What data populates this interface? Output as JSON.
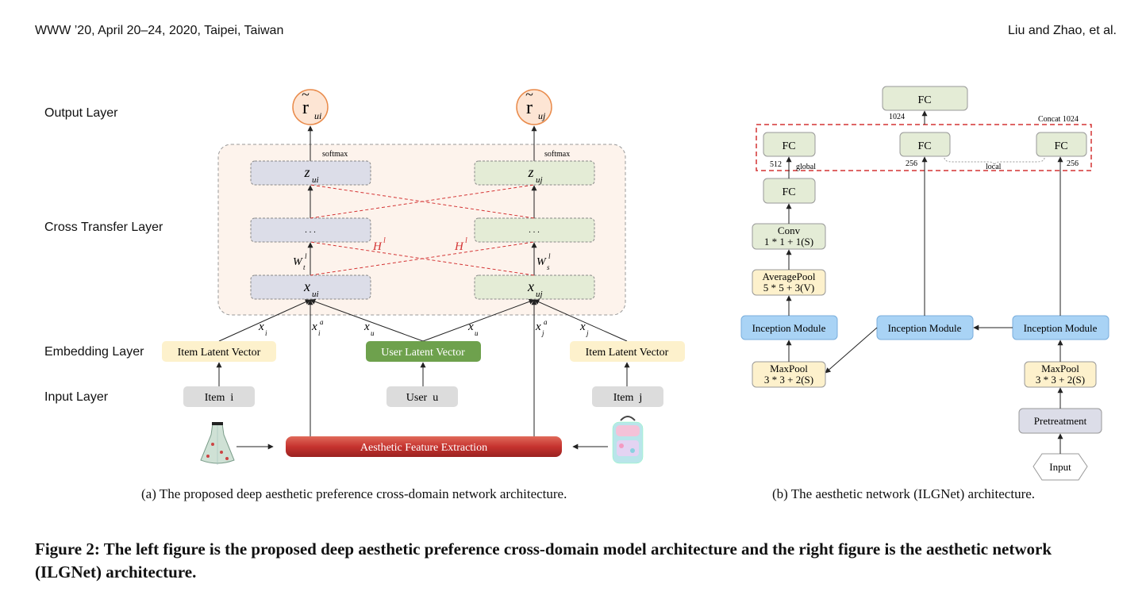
{
  "header": {
    "left": "WWW ’20, April 20–24, 2020, Taipei, Taiwan",
    "right": "Liu and Zhao, et al."
  },
  "left_figure": {
    "layer_labels": {
      "output": "Output Layer",
      "cross": "Cross Transfer Layer",
      "embedding": "Embedding Layer",
      "input": "Input Layer"
    },
    "outputs": {
      "ui_main": "r",
      "ui_sub": "ui",
      "uj_main": "r",
      "uj_sub": "uj"
    },
    "softmax": "softmax",
    "z_ui": {
      "main": "z",
      "sub": "ui"
    },
    "z_uj": {
      "main": "z",
      "sub": "uj"
    },
    "dots": ". . .",
    "h_label": {
      "main": "H",
      "sup": "l"
    },
    "w_t": {
      "main": "W",
      "sub": "t",
      "sup": "l"
    },
    "w_s": {
      "main": "W",
      "sub": "s",
      "sup": "l"
    },
    "x_ui": {
      "main": "x",
      "sub": "ui"
    },
    "x_uj": {
      "main": "x",
      "sub": "uj"
    },
    "edge_labels": {
      "xi": {
        "main": "x",
        "sub": "i"
      },
      "xia": {
        "main": "x",
        "sub": "i",
        "sup": "a"
      },
      "xu": {
        "main": "x",
        "sub": "u"
      },
      "xja": {
        "main": "x",
        "sub": "j",
        "sup": "a"
      },
      "xj": {
        "main": "x",
        "sub": "j"
      }
    },
    "embeddings": {
      "item_left": "Item Latent Vector",
      "user": "User Latent Vector",
      "item_right": "Item Latent Vector"
    },
    "inputs": {
      "item_i": "Item  i",
      "user_u": "User  u",
      "item_j": "Item  j"
    },
    "aesthetic": "Aesthetic Feature Extraction",
    "caption": "(a) The proposed deep aesthetic preference cross-domain network architecture."
  },
  "right_figure": {
    "fc_top": "FC",
    "concat": "Concat 1024",
    "n1024": "1024",
    "fc_left": "FC",
    "fc_mid": "FC",
    "fc_right": "FC",
    "n512": "512",
    "global": "global",
    "n256_mid": "256",
    "local": "local",
    "n256_right": "256",
    "fc_lower": "FC",
    "conv": [
      "Conv",
      "1 * 1 + 1(S)"
    ],
    "avgpool": [
      "AveragePool",
      "5 * 5 + 3(V)"
    ],
    "inception_left": "Inception Module",
    "inception_mid": "Inception Module",
    "inception_right": "Inception Module",
    "maxpool_left": [
      "MaxPool",
      "3 * 3 + 2(S)"
    ],
    "maxpool_right": [
      "MaxPool",
      "3 * 3 + 2(S)"
    ],
    "pretreatment": "Pretreatment",
    "input": "Input",
    "caption": "(b) The aesthetic network (ILGNet) architecture."
  },
  "main_caption": "Figure 2: The left figure is the proposed deep aesthetic preference cross-domain model architecture and the right figure is the aesthetic network (ILGNet) architecture.",
  "colors": {
    "output_fill": "#fde5d4",
    "output_stroke": "#e98a4a",
    "purple_node": "#dcdde8",
    "green_node": "#e4ecd6",
    "yellow": "#fdf1cc",
    "user_green": "#6ea14d",
    "gray_box": "#dcdcdc",
    "red_bar": "#c6332f",
    "cross_bg": "#fdf3ec",
    "blue": "#a9d3f5",
    "red_dash": "#d43434"
  },
  "icons": {
    "dress": "dress-image",
    "backpack": "backpack-image"
  }
}
